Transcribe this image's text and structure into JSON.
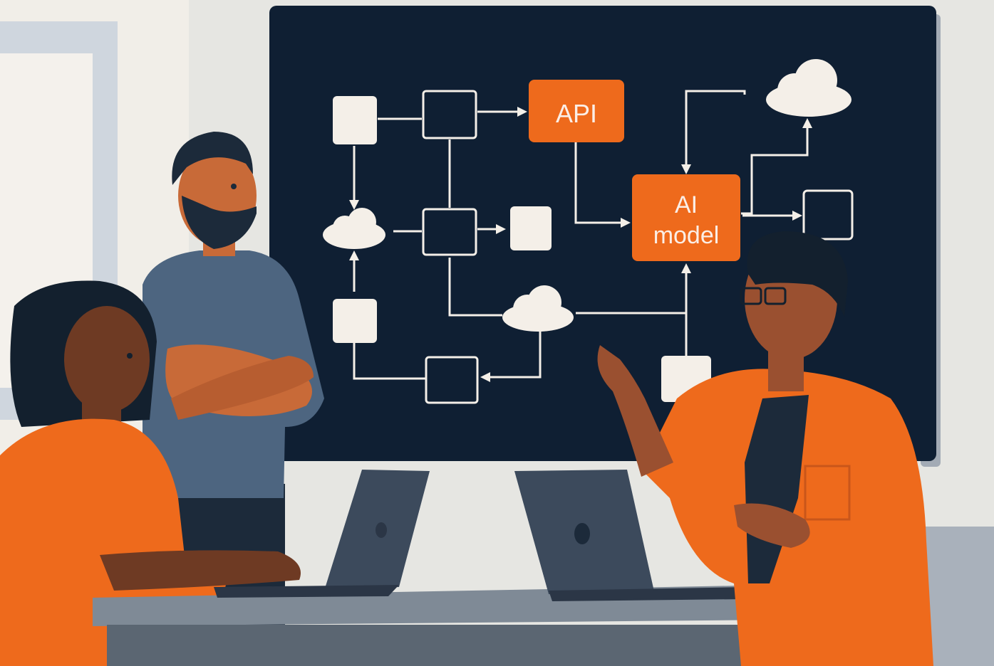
{
  "board": {
    "api_label": "API",
    "ai_model_line1": "AI",
    "ai_model_line2": "model"
  },
  "colors": {
    "board": "#0f1f33",
    "accent": "#ee6a1c",
    "node_fill": "#f4efe8",
    "wall": "#e6e6e2",
    "table": "#7f8a96",
    "laptop": "#3c4a5c"
  }
}
